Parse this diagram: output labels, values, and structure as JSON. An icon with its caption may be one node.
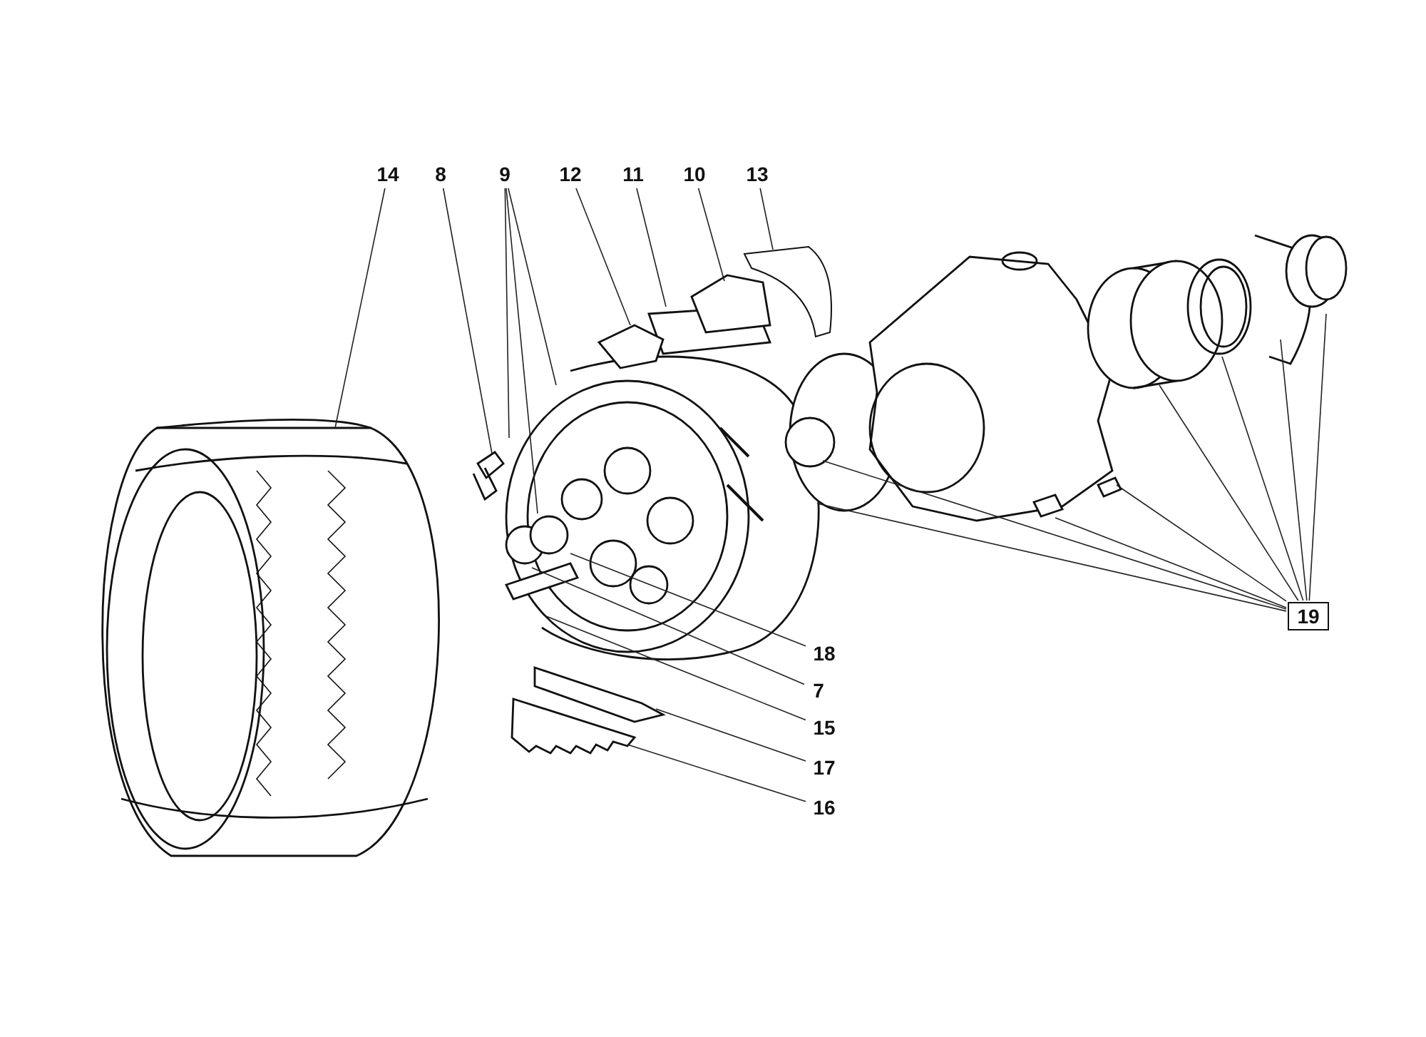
{
  "diagram": {
    "nodes": [
      {
        "text": [
          "14"
        ]
      },
      {
        "text": [
          "8"
        ]
      },
      {
        "text": [
          "9"
        ]
      },
      {
        "text": [
          "12"
        ]
      },
      {
        "text": [
          "11"
        ]
      },
      {
        "text": [
          "10"
        ]
      },
      {
        "text": [
          "13"
        ]
      },
      {
        "text": [
          "18"
        ]
      },
      {
        "text": [
          "7"
        ]
      },
      {
        "text": [
          "15"
        ]
      },
      {
        "text": [
          "17"
        ]
      },
      {
        "text": [
          "16"
        ]
      },
      {
        "text": [
          "19"
        ]
      }
    ],
    "edges": [
      {
        "from": 0,
        "to": null,
        "arrow": "none"
      },
      {
        "from": 1,
        "to": null,
        "arrow": "none"
      },
      {
        "from": 2,
        "to": null,
        "arrow": "none"
      },
      {
        "from": 2,
        "to": null,
        "arrow": "none"
      },
      {
        "from": 2,
        "to": null,
        "arrow": "none"
      },
      {
        "from": 3,
        "to": null,
        "arrow": "none"
      },
      {
        "from": 4,
        "to": null,
        "arrow": "none"
      },
      {
        "from": 5,
        "to": null,
        "arrow": "none"
      },
      {
        "from": 6,
        "to": null,
        "arrow": "none"
      },
      {
        "from": 7,
        "to": null,
        "arrow": "none"
      },
      {
        "from": 8,
        "to": null,
        "arrow": "none"
      },
      {
        "from": 9,
        "to": null,
        "arrow": "none"
      },
      {
        "from": 10,
        "to": null,
        "arrow": "none"
      },
      {
        "from": 11,
        "to": null,
        "arrow": "none"
      },
      {
        "from": 12,
        "to": null,
        "arrow": "none"
      },
      {
        "from": 12,
        "to": null,
        "arrow": "none"
      },
      {
        "from": 12,
        "to": null,
        "arrow": "none"
      },
      {
        "from": 12,
        "to": null,
        "arrow": "none"
      },
      {
        "from": 12,
        "to": null,
        "arrow": "none"
      },
      {
        "from": 12,
        "to": null,
        "arrow": "none"
      },
      {
        "from": 12,
        "to": null,
        "arrow": "none"
      },
      {
        "from": 12,
        "to": null,
        "arrow": "none"
      }
    ]
  }
}
